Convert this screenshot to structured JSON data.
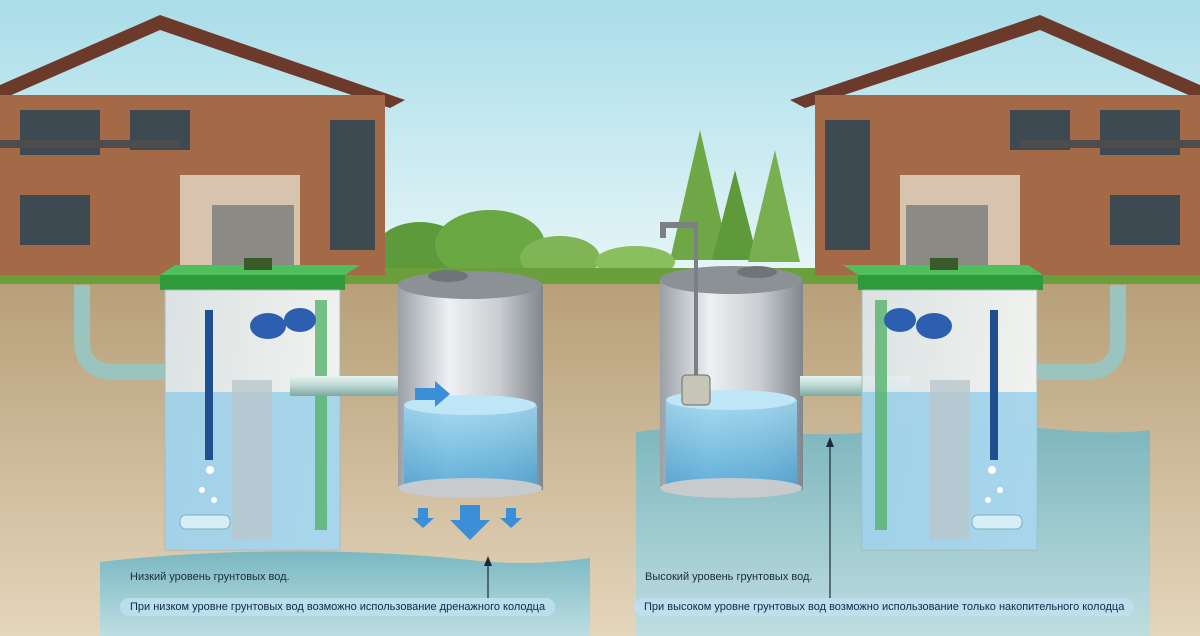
{
  "left_panel": {
    "groundwater_label": "Низкий уровень грунтовых вод.",
    "conclusion": "При низком уровне грунтовых вод возможно использование дренажного колодца"
  },
  "right_panel": {
    "groundwater_label": "Высокий уровень грунтовых вод.",
    "conclusion": "При высоком уровне грунтовых вод возможно использование только накопительного колодца"
  },
  "colors": {
    "sky": "#bfe6ef",
    "soil": "#c9b48f",
    "water": "#6fc0e6",
    "groundwater": "#8ccbd6",
    "lid_green": "#2e9a3c",
    "house_brick": "#a46a48",
    "plaster": "#d8c4ae"
  }
}
